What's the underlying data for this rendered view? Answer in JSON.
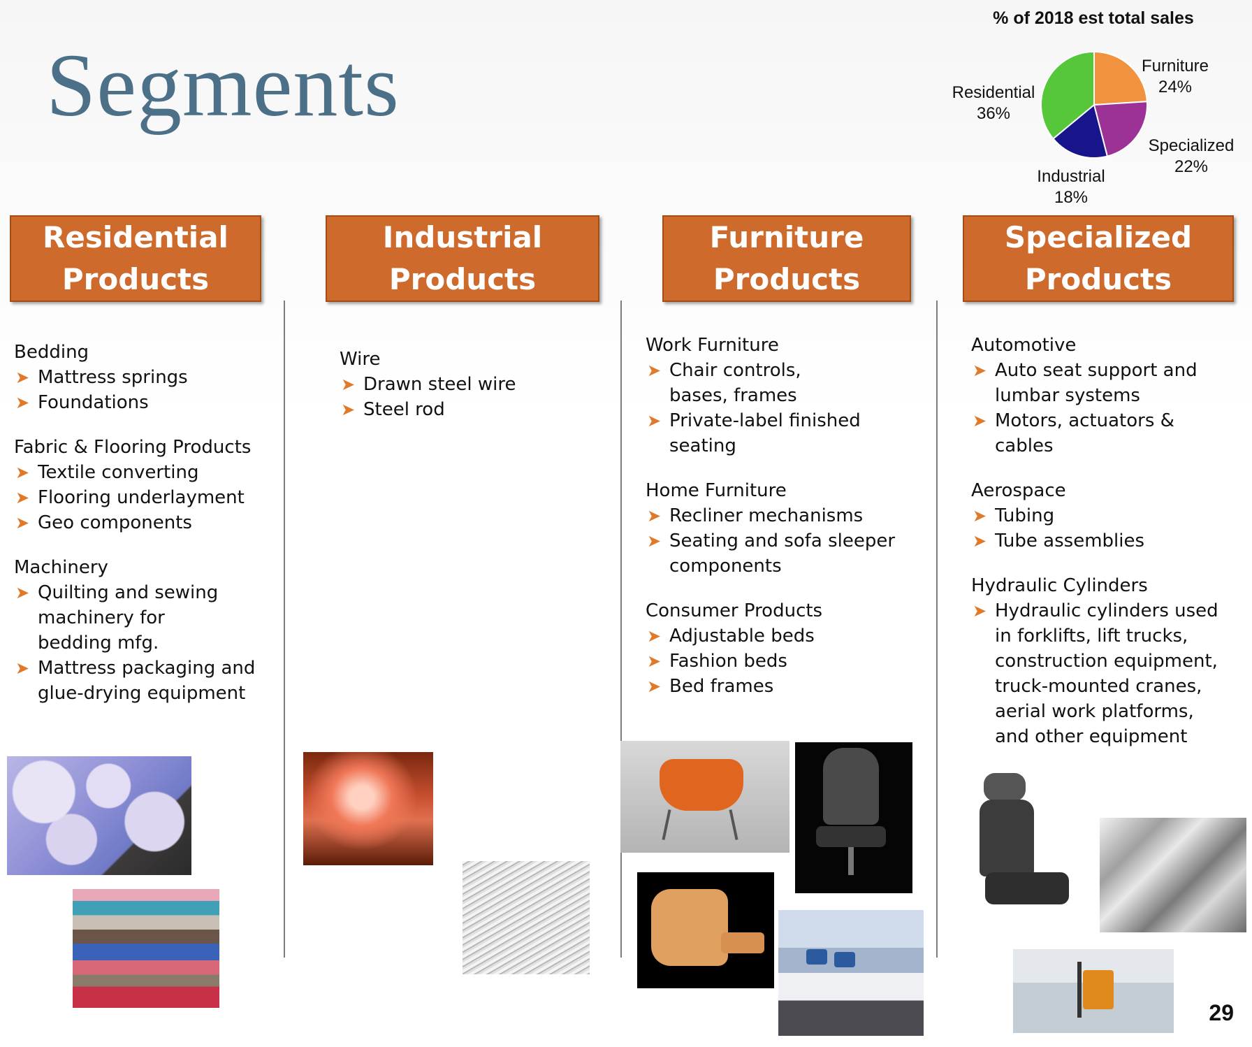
{
  "page": {
    "title": "Segments",
    "page_number": "29"
  },
  "chart_data": {
    "type": "pie",
    "title": "% of 2018 est total sales",
    "slices": [
      {
        "label": "Furniture",
        "value": 24,
        "display": "24%",
        "color": "#f0923e"
      },
      {
        "label": "Specialized",
        "value": 22,
        "display": "22%",
        "color": "#9c3196"
      },
      {
        "label": "Industrial",
        "value": 18,
        "display": "18%",
        "color": "#17148c"
      },
      {
        "label": "Residential",
        "value": 36,
        "display": "36%",
        "color": "#56c63a"
      }
    ]
  },
  "segments": [
    {
      "header": [
        "Residential",
        "Products"
      ],
      "groups": [
        {
          "title": "Bedding",
          "items": [
            "Mattress springs",
            "Foundations"
          ]
        },
        {
          "title": "Fabric & Flooring Products",
          "items": [
            "Textile converting",
            "Flooring underlayment",
            "Geo components"
          ]
        },
        {
          "title": "Machinery",
          "items": [
            "Quilting and sewing machinery for bedding mfg.",
            "Mattress packaging and glue-drying equipment"
          ]
        }
      ]
    },
    {
      "header": [
        "Industrial",
        "Products"
      ],
      "groups": [
        {
          "title": "Wire",
          "items": [
            "Drawn steel wire",
            "Steel rod"
          ]
        }
      ]
    },
    {
      "header": [
        "Furniture",
        "Products"
      ],
      "groups": [
        {
          "title": "Work Furniture",
          "items": [
            "Chair controls, bases, frames",
            "Private-label finished seating"
          ]
        },
        {
          "title": "Home Furniture",
          "items": [
            "Recliner mechanisms",
            "Seating and sofa sleeper components"
          ]
        },
        {
          "title": "Consumer Products",
          "items": [
            "Adjustable beds",
            "Fashion beds",
            "Bed frames"
          ]
        }
      ]
    },
    {
      "header": [
        "Specialized",
        "Products"
      ],
      "groups": [
        {
          "title": "Automotive",
          "items": [
            "Auto seat support and lumbar systems",
            "Motors, actuators & cables"
          ]
        },
        {
          "title": "Aerospace",
          "items": [
            "Tubing",
            "Tube assemblies"
          ]
        },
        {
          "title": "Hydraulic Cylinders",
          "items": [
            "Hydraulic cylinders used in forklifts, lift trucks, construction equipment, truck-mounted cranes, aerial work platforms, and other equipment"
          ]
        }
      ]
    }
  ]
}
